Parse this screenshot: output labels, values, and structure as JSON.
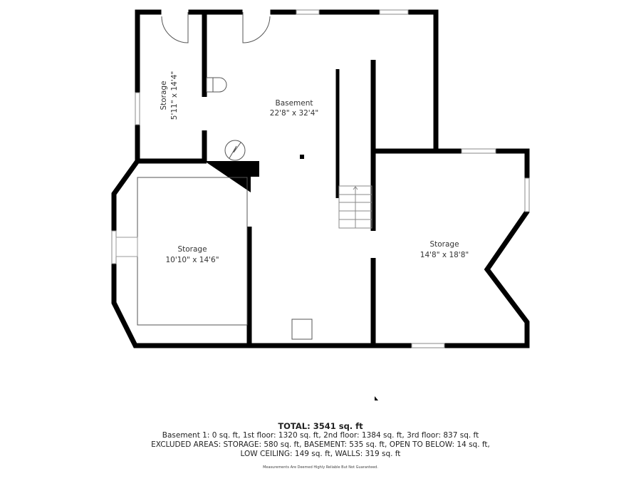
{
  "rooms": [
    {
      "name": "Storage",
      "dims": "5'11\" x 14'4\""
    },
    {
      "name": "Basement",
      "dims": "22'8\" x 32'4\""
    },
    {
      "name": "Storage",
      "dims": "10'10\" x 14'6\""
    },
    {
      "name": "Storage",
      "dims": "14'8\" x 18'8\""
    }
  ],
  "footer": {
    "total": "TOTAL: 3541 sq. ft",
    "line1": "Basement 1: 0 sq. ft, 1st floor: 1320 sq. ft, 2nd floor: 1384 sq. ft, 3rd floor: 837 sq. ft",
    "line2": "EXCLUDED AREAS: STORAGE: 580 sq. ft, BASEMENT: 535 sq. ft, OPEN TO BELOW: 14 sq. ft,",
    "line3": "LOW CEILING: 149 sq. ft, WALLS: 319 sq. ft",
    "disclaimer": "Measurements Are Deemed Highly Reliable But Not Guaranteed."
  }
}
